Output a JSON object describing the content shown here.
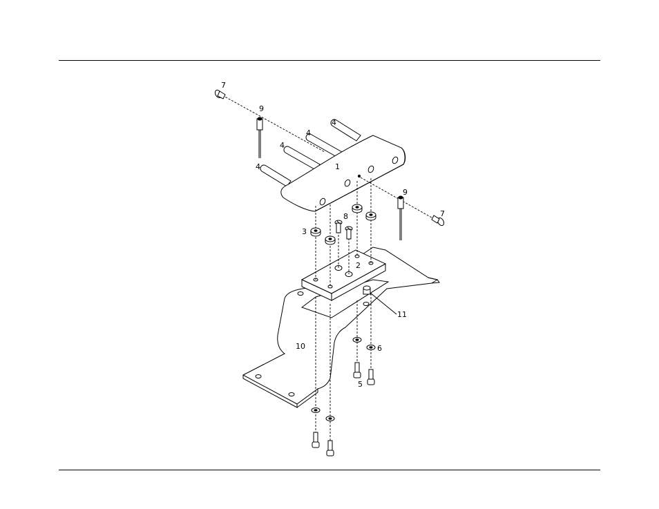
{
  "diagram": {
    "type": "exploded-assembly-drawing",
    "callouts": {
      "c1": "1",
      "c2": "2",
      "c3": "3",
      "c4a": "4",
      "c4b": "4",
      "c4c": "4",
      "c4d": "4",
      "c5": "5",
      "c6": "6",
      "c7a": "7",
      "c7b": "7",
      "c8": "8",
      "c9a": "9",
      "c9b": "9",
      "c10": "10",
      "c11": "11"
    }
  },
  "colors": {
    "line": "#000000",
    "background": "#ffffff"
  }
}
